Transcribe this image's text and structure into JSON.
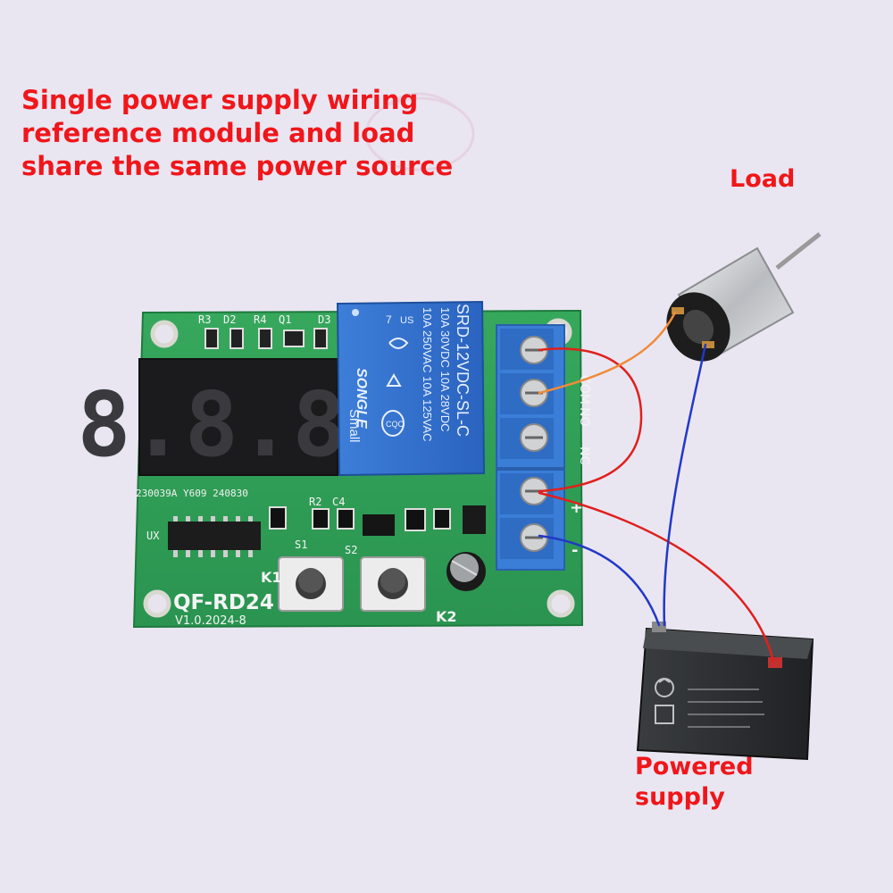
{
  "caption": {
    "line1": "Single power supply wiring",
    "line2": "reference module and load",
    "line3": "share the same power source"
  },
  "labels": {
    "load": "Load",
    "supply_line1": "Powered",
    "supply_line2": "supply"
  },
  "board": {
    "model": "QF-RD24",
    "version": "V1.0.2024-8",
    "serial": "230039A Y609 240830",
    "display_digits": "8.8.8.",
    "components": {
      "r3": "R3",
      "d2": "D2",
      "r4": "R4",
      "q1": "Q1",
      "d3": "D3",
      "r2": "R2",
      "c4": "C4",
      "ux": "UX",
      "s1": "S1",
      "s2": "S2",
      "k1": "K1",
      "k2": "K2"
    },
    "terminals": {
      "com": "COM",
      "no": "NO",
      "nc": "NC",
      "plus": "+",
      "minus": "-"
    }
  },
  "relay": {
    "brand": "SONGLE",
    "model": "SRD-12VDC-SL-C",
    "rating1": "10A 250VAC  10A 125VAC",
    "rating2": "10A 30VDC  10A 28VDC",
    "small": "Small",
    "cqc": "CQC",
    "us": "US",
    "num": "7"
  },
  "colors": {
    "text_red": "#f0161a",
    "pcb_green": "#2f9e55",
    "relay_blue": "#2f6fd0",
    "terminal_blue": "#3a7ed8",
    "wire_red": "#e0201c",
    "wire_orange": "#f08c3a",
    "wire_blue": "#2238c8",
    "battery_black": "#2a2c2e"
  }
}
